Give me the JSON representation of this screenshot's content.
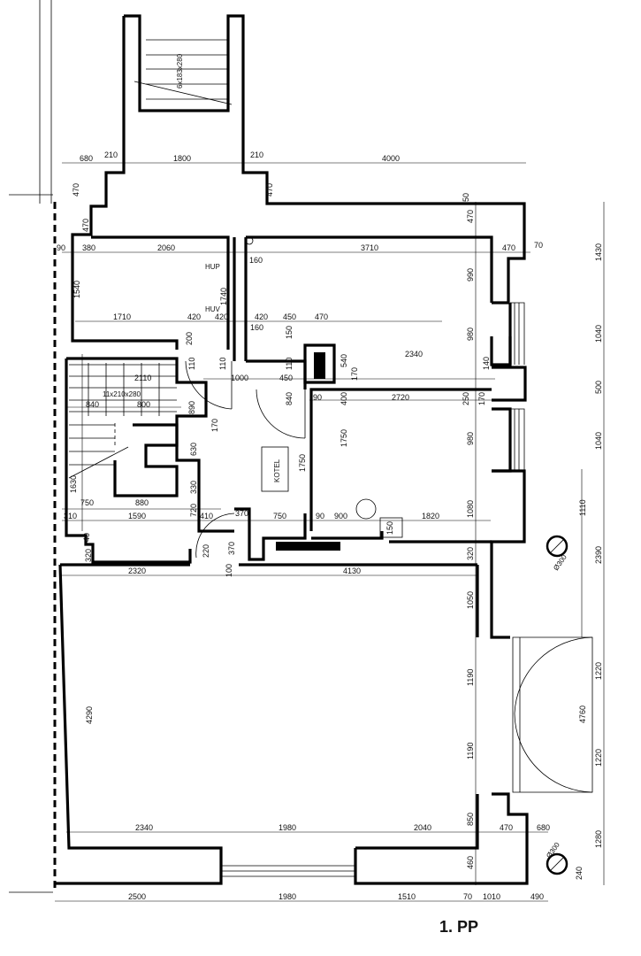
{
  "title": "1. PP",
  "room_labels": {
    "kotel": "KOTEL",
    "hup": "HUP",
    "huv": "HUV",
    "stair_top": "6x183x280",
    "stair_main": "11x210x280",
    "dia_300_a": "Ø300",
    "dia_300_b": "Ø300"
  },
  "dims": {
    "top_680": "680",
    "top_210a": "210",
    "top_1800": "1800",
    "top_210b": "210",
    "top_4000": "4000",
    "v_470a": "470",
    "v_470b": "470",
    "v_470c": "470",
    "v_50": "50",
    "r2_380": "380",
    "r2_2060": "2060",
    "r2_3710": "3710",
    "r2_470": "470",
    "r2_70": "70",
    "r2_90": "90",
    "v_1540": "1540",
    "v_1740": "1740",
    "v_160a": "160",
    "v_990": "990",
    "r3_1710": "1710",
    "r3_420a": "420",
    "r3_420b": "420",
    "r3_420c": "420",
    "r3_450": "450",
    "r3_470": "470",
    "v_200": "200",
    "v_110a": "110",
    "v_110b": "110",
    "v_110c": "110",
    "v_160b": "160",
    "v_150": "150",
    "v_980a": "980",
    "r4_2110": "2110",
    "r4_1000": "1000",
    "r4_450": "450",
    "r4_540": "540",
    "r4_2340": "2340",
    "r4_140": "140",
    "r4_170a": "170",
    "r5_840a": "840",
    "r5_800": "800",
    "r5_890": "890",
    "r5_840b": "840",
    "r5_90": "90",
    "r5_400": "400",
    "r5_2720": "2720",
    "r5_250": "250",
    "r5_170b": "170",
    "v_170c": "170",
    "v_630a": "630",
    "v_1750a": "1750",
    "v_1750b": "1750",
    "v_980b": "980",
    "v_1630": "1630",
    "v_330": "330",
    "r6_750a": "750",
    "r6_880": "880",
    "r6_720": "720",
    "r7_310": "310",
    "r7_1590": "1590",
    "r7_410": "410",
    "r7_370a": "370",
    "r7_750": "750",
    "r7_90": "90",
    "r7_900": "900",
    "r7_1820": "1820",
    "r7_1080": "1080",
    "r7_40": "40",
    "r7_220": "220",
    "r7_370b": "370",
    "r7_150": "150",
    "r7_320a": "320",
    "r7_320b": "320",
    "r8_2320": "2320",
    "r8_100": "100",
    "r8_4130": "4130",
    "v_4290": "4290",
    "v_1050": "1050",
    "v_1190a": "1190",
    "v_1190b": "1190",
    "v_850": "850",
    "v_460": "460",
    "r9_2340": "2340",
    "r9_1980": "1980",
    "r9_2040": "2040",
    "r9_470": "470",
    "r9_680": "680",
    "b_2500": "2500",
    "b_1980": "1980",
    "b_1510": "1510",
    "b_70": "70",
    "b_1010": "1010",
    "b_490": "490",
    "rr_1430": "1430",
    "rr_1040a": "1040",
    "rr_500": "500",
    "rr_1040b": "1040",
    "rr_1110": "1110",
    "rr_2390": "2390",
    "rr_1220a": "1220",
    "rr_4760": "4760",
    "rr_1220b": "1220",
    "rr_1280": "1280",
    "rr_240": "240"
  }
}
